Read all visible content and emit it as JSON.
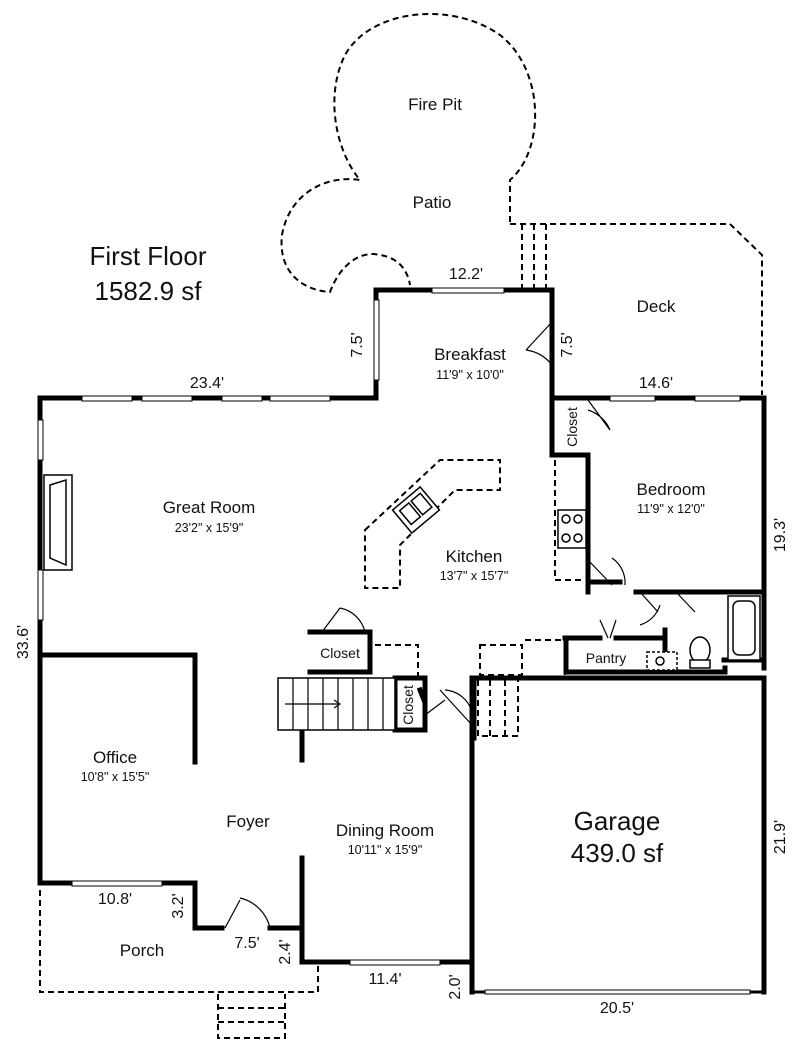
{
  "floor": {
    "title": "First Floor",
    "area": "1582.9 sf"
  },
  "garage": {
    "title": "Garage",
    "area": "439.0 sf"
  },
  "rooms": {
    "fire_pit": "Fire Pit",
    "patio": "Patio",
    "deck": "Deck",
    "breakfast": {
      "name": "Breakfast",
      "size": "11'9\" x 10'0\""
    },
    "great_room": {
      "name": "Great Room",
      "size": "23'2\" x 15'9\""
    },
    "kitchen": {
      "name": "Kitchen",
      "size": "13'7\" x 15'7\""
    },
    "bedroom": {
      "name": "Bedroom",
      "size": "11'9\" x 12'0\""
    },
    "office": {
      "name": "Office",
      "size": "10'8\" x 15'5\""
    },
    "foyer": "Foyer",
    "dining": {
      "name": "Dining Room",
      "size": "10'11\" x 15'9\""
    },
    "porch": "Porch",
    "pantry": "Pantry",
    "closet_bedroom": "Closet",
    "closet_great": "Closet",
    "closet_stair": "Closet"
  },
  "measurements": {
    "breakfast_top": "12.2'",
    "breakfast_left": "7.5'",
    "breakfast_right": "7.5'",
    "great_room_top": "23.4'",
    "bedroom_top": "14.6'",
    "right_upper": "19.3'",
    "left_side": "33.6'",
    "right_lower": "21.9'",
    "office_bottom": "10.8'",
    "porch_step": "3.2'",
    "foyer_door": "7.5'",
    "foyer_step": "2.4'",
    "dining_bottom": "11.4'",
    "garage_step": "2.0'",
    "garage_bottom": "20.5'"
  }
}
